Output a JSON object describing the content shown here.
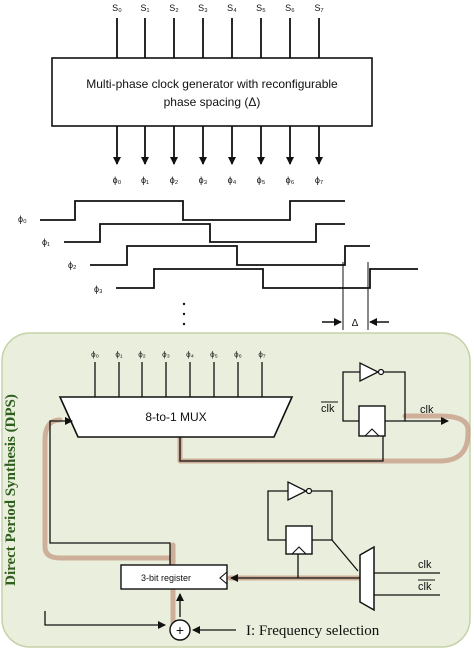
{
  "top_block": {
    "title_line1": "Multi-phase clock generator with reconfigurable",
    "title_line2": "phase spacing (Δ)",
    "inputs": [
      "S₀",
      "S₁",
      "S₂",
      "S₃",
      "S₄",
      "S₅",
      "S₆",
      "S₇"
    ],
    "outputs": [
      "ϕ₀",
      "ϕ₁",
      "ϕ₂",
      "ϕ₃",
      "ϕ₄",
      "ϕ₅",
      "ϕ₆",
      "ϕ₇"
    ]
  },
  "waveforms": {
    "labels": [
      "ϕ₀",
      "ϕ₁",
      "ϕ₂",
      "ϕ₃"
    ],
    "delta_label": "Δ"
  },
  "dps": {
    "side_label": "Direct Period Synthesis (DPS)",
    "mux_inputs": [
      "ϕ₀",
      "ϕ₁",
      "ϕ₂",
      "ϕ₃",
      "ϕ₄",
      "ϕ₅",
      "ϕ₆",
      "ϕ₇"
    ],
    "mux_label": "8-to-1 MUX",
    "clk_bar": "clk",
    "clk_out": "clk",
    "register_label": "3-bit register",
    "mux2_in_top": "clk",
    "mux2_in_bottom": "clk",
    "adder_symbol": "+",
    "freq_label": "I: Frequency selection"
  },
  "colors": {
    "panel_fill": "#e9efdc",
    "panel_border": "#c5d2a8",
    "side_label": "#2f5e1e",
    "path_highlight": "#c9a58e"
  }
}
